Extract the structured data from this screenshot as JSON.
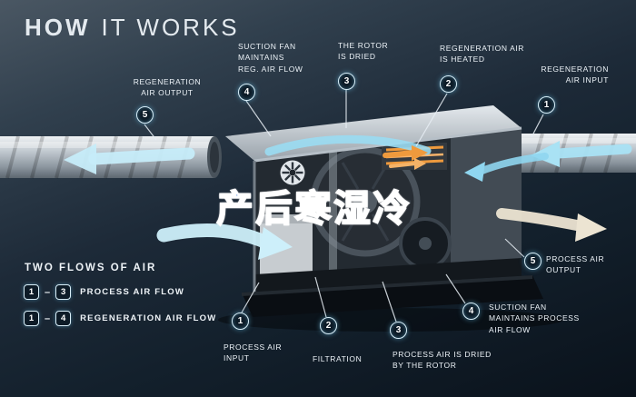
{
  "title": {
    "word1": "HOW",
    "word2": "IT WORKS"
  },
  "overlay_text": "产后寒湿冷",
  "colors": {
    "background_dark": "#13202c",
    "accent_cyan": "#9adcf2",
    "heater_orange": "#ef9a3d",
    "output_cream": "#ece4d2",
    "overlay_blue": "#2e6fd6"
  },
  "callouts": {
    "reg_air_output": {
      "num": "5",
      "label": "REGENERATION\nAIR OUTPUT"
    },
    "suction_fan_reg": {
      "num": "4",
      "label": "SUCTION FAN\nMAINTAINS\nREG. AIR FLOW"
    },
    "rotor_dried": {
      "num": "3",
      "label": "THE ROTOR\nIS DRIED"
    },
    "reg_air_heated": {
      "num": "2",
      "label": "REGENERATION AIR\nIS HEATED"
    },
    "reg_air_input": {
      "num": "1",
      "label": "REGENERATION\nAIR INPUT"
    },
    "process_air_output": {
      "num": "5",
      "label": "PROCESS AIR\nOUTPUT"
    },
    "suction_fan_process": {
      "num": "4",
      "label": "SUCTION FAN\nMAINTAINS PROCESS\nAIR FLOW"
    },
    "process_air_dried": {
      "num": "3",
      "label": "PROCESS AIR IS DRIED\nBY THE ROTOR"
    },
    "filtration": {
      "num": "2",
      "label": "FILTRATION"
    },
    "process_air_input": {
      "num": "1",
      "label": "PROCESS AIR\nINPUT"
    }
  },
  "legend": {
    "heading": "TWO FLOWS OF AIR",
    "rows": [
      {
        "from": "1",
        "dash": "–",
        "to": "3",
        "label": "PROCESS AIR FLOW"
      },
      {
        "from": "1",
        "dash": "–",
        "to": "4",
        "label": "REGENERATION AIR FLOW"
      }
    ]
  }
}
